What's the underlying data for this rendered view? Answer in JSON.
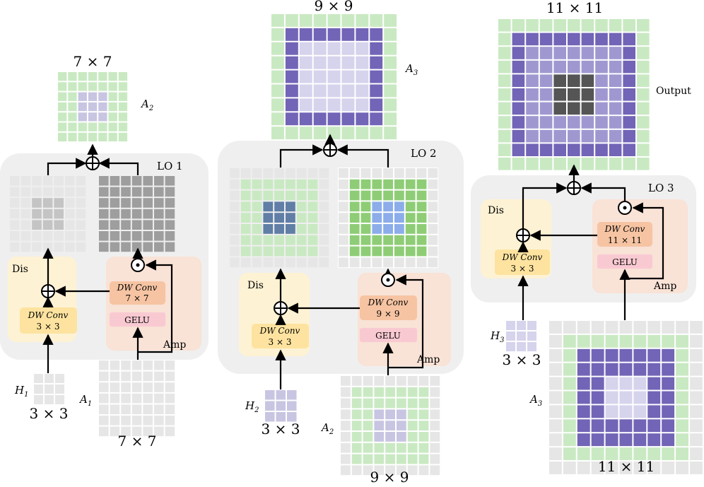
{
  "colors": {
    "green": "#c9e9c2",
    "grid_gray": "#e6e6e6",
    "mid_gray": "#c4c4c4",
    "dark_gray": "#9e9e9e",
    "purple": "#7264b6",
    "light_purple": "#9f98d0",
    "pale_purple": "#d6d3ec",
    "lavender": "#c8c5e2",
    "charcoal": "#555555",
    "steel_blue": "#607ea6",
    "blue": "#8cadea",
    "med_green": "#8ecd76",
    "panel": "#efefef",
    "dis_box": "#fdf2d3",
    "amp_box": "#f9e2d6",
    "conv_yellow": "#fde39f",
    "conv_orange": "#f6c4a3",
    "gelu_pink": "#f9c9d2"
  },
  "panel1": {
    "title": "LO 1",
    "dis": "Dis",
    "amp": "Amp",
    "dw_dis_1": "DW Conv",
    "dw_dis_2": "3 × 3",
    "dw_amp_1": "DW Conv",
    "dw_amp_2": "7 × 7",
    "gelu": "GELU",
    "out_size": "7 × 7",
    "out_label": "A",
    "out_sub": "2",
    "h_label": "H",
    "h_sub": "1",
    "h_size": "3 × 3",
    "a_label": "A",
    "a_sub": "1",
    "a_size": "7 × 7"
  },
  "panel2": {
    "title": "LO 2",
    "dis": "Dis",
    "amp": "Amp",
    "dw_dis_1": "DW Conv",
    "dw_dis_2": "3 × 3",
    "dw_amp_1": "DW Conv",
    "dw_amp_2": "9 × 9",
    "gelu": "GELU",
    "out_size": "9 × 9",
    "out_label": "A",
    "out_sub": "3",
    "h_label": "H",
    "h_sub": "2",
    "h_size": "3 × 3",
    "a_label": "A",
    "a_sub": "2",
    "a_size": "9 × 9"
  },
  "panel3": {
    "title": "LO 3",
    "dis": "Dis",
    "amp": "Amp",
    "dw_dis_1": "DW Conv",
    "dw_dis_2": "3 × 3",
    "dw_amp_1": "DW Conv",
    "dw_amp_2": "11 × 11",
    "gelu": "GELU",
    "out_size": "11 × 11",
    "out_label": "Output",
    "h_label": "H",
    "h_sub": "3",
    "h_size": "3 × 3",
    "a_label": "A",
    "a_sub": "3",
    "a_size": "11 × 11"
  },
  "grids": [
    {
      "id": "g1-out",
      "n": 7,
      "layers": [
        [
          0,
          "green"
        ],
        [
          2,
          "lavender"
        ]
      ]
    },
    {
      "id": "g1-dis",
      "n": 7,
      "layers": [
        [
          0,
          "grid_gray"
        ],
        [
          2,
          "mid_gray"
        ]
      ]
    },
    {
      "id": "g1-amp",
      "n": 7,
      "layers": [
        [
          0,
          "dark_gray"
        ]
      ]
    },
    {
      "id": "g1-h",
      "n": 3,
      "layers": [
        [
          0,
          "grid_gray"
        ]
      ]
    },
    {
      "id": "g1-a",
      "n": 7,
      "layers": [
        [
          0,
          "grid_gray"
        ]
      ]
    },
    {
      "id": "g2-out",
      "n": 9,
      "layers": [
        [
          0,
          "purple"
        ],
        [
          2,
          "pale_purple"
        ]
      ],
      "border": "green"
    },
    {
      "id": "g2-dis",
      "n": 9,
      "layers": [
        [
          0,
          "grid_gray"
        ],
        [
          1,
          "green"
        ],
        [
          3,
          "steel_blue"
        ]
      ]
    },
    {
      "id": "g2-amp",
      "n": 9,
      "layers": [
        [
          0,
          "med_green"
        ],
        [
          3,
          "blue"
        ]
      ],
      "border": "grid_gray"
    },
    {
      "id": "g2-h",
      "n": 3,
      "layers": [
        [
          0,
          "lavender"
        ]
      ]
    },
    {
      "id": "g2-a",
      "n": 9,
      "layers": [
        [
          0,
          "green"
        ],
        [
          3,
          "lavender"
        ]
      ],
      "border": "grid_gray"
    },
    {
      "id": "g3-out",
      "n": 11,
      "layers": [
        [
          0,
          "purple"
        ],
        [
          2,
          "light_purple"
        ],
        [
          4,
          "charcoal"
        ]
      ],
      "border": "green"
    },
    {
      "id": "g3-h",
      "n": 3,
      "layers": [
        [
          0,
          "pale_purple"
        ]
      ]
    },
    {
      "id": "g3-a",
      "n": 11,
      "layers": [
        [
          0,
          "green"
        ],
        [
          2,
          "purple"
        ],
        [
          4,
          "pale_purple"
        ]
      ],
      "border": "grid_gray"
    }
  ]
}
